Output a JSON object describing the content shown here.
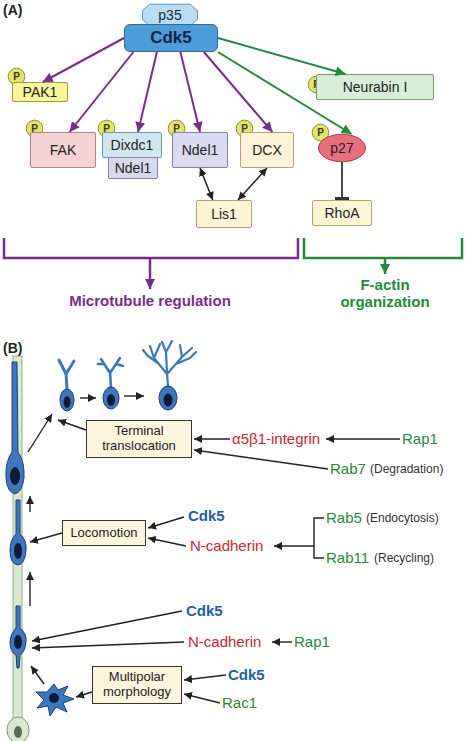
{
  "diagram": {
    "nodes": [
      {
        "text": [
          "p35"
        ]
      },
      {
        "text": [
          "Cdk5"
        ]
      },
      {
        "text": [
          "P"
        ]
      },
      {
        "text": [
          "PAK1"
        ]
      },
      {
        "text": [
          "P"
        ]
      },
      {
        "text": [
          "Neurabin I"
        ]
      },
      {
        "text": [
          "P"
        ]
      },
      {
        "text": [
          "FAK"
        ]
      },
      {
        "text": [
          "P"
        ]
      },
      {
        "text": [
          "Dixdc1"
        ]
      },
      {
        "text": [
          "Ndel1"
        ]
      },
      {
        "text": [
          "P"
        ]
      },
      {
        "text": [
          "Ndel1"
        ]
      },
      {
        "text": [
          "P"
        ]
      },
      {
        "text": [
          "DCX"
        ]
      },
      {
        "text": [
          "P"
        ]
      },
      {
        "text": [
          "p27"
        ]
      },
      {
        "text": [
          "RhoA"
        ]
      },
      {
        "text": [
          "Lis1"
        ]
      },
      {
        "text": [
          "Terminal translocation"
        ]
      },
      {
        "text": [
          "Locomotion"
        ]
      },
      {
        "text": [
          "Multipolar morphology"
        ]
      }
    ],
    "edges": [
      {
        "from": 1,
        "to": 3,
        "arrow": "to"
      },
      {
        "from": 1,
        "to": 5,
        "arrow": "to"
      },
      {
        "from": 1,
        "to": 7,
        "arrow": "to"
      },
      {
        "from": 1,
        "to": 9,
        "arrow": "to"
      },
      {
        "from": 1,
        "to": 12,
        "arrow": "to"
      },
      {
        "from": 1,
        "to": 14,
        "arrow": "to"
      },
      {
        "from": 1,
        "to": 16,
        "arrow": "to"
      },
      {
        "from": 16,
        "to": 17,
        "arrow": "to"
      },
      {
        "from": 12,
        "to": 18,
        "arrow": "both"
      },
      {
        "from": 14,
        "to": 18,
        "arrow": "both"
      }
    ],
    "labels": [
      "(A)",
      "Microtubule regulation",
      "F-actin organization",
      "(B)",
      "α5β1-integrin",
      "Rap1",
      "Rab7",
      "(Degradation)",
      "Cdk5",
      "N-cadherin",
      "Rab5",
      "(Endocytosis)",
      "Rab11",
      "(Recycling)",
      "Cdk5",
      "N-cadherin",
      "Rap1",
      "Cdk5",
      "Rac1"
    ]
  }
}
